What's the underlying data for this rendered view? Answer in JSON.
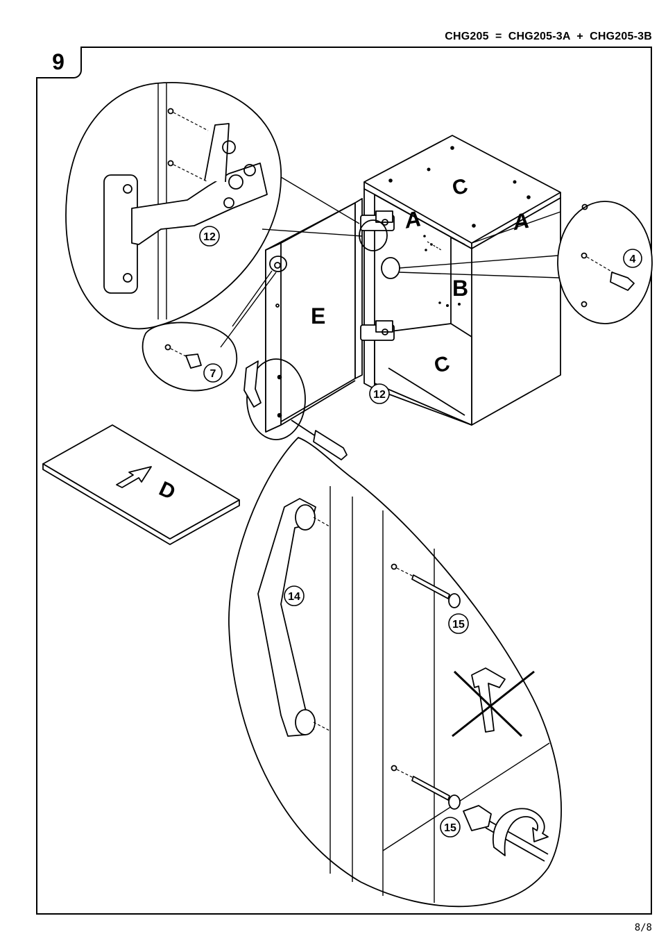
{
  "header": {
    "model_code": "CHG205  =  CHG205-3A  +  CHG205-3B"
  },
  "step": {
    "number": "9"
  },
  "footer": {
    "page": "8/8"
  },
  "panel_labels": {
    "top": "C",
    "inner_side": "A",
    "back": "B",
    "outer_side": "A",
    "bottom": "C",
    "door": "E",
    "base": "D"
  },
  "part_callouts": {
    "hinge_detail": "12",
    "hinge_lower": "12",
    "shelf_pin": "4",
    "knob": "7",
    "handle": "14",
    "screw_upper": "15",
    "screw_lower": "15"
  },
  "icons": [
    "hammer-icon",
    "screwdriver-icon",
    "rotate-arrow-icon",
    "cross-out-icon"
  ]
}
